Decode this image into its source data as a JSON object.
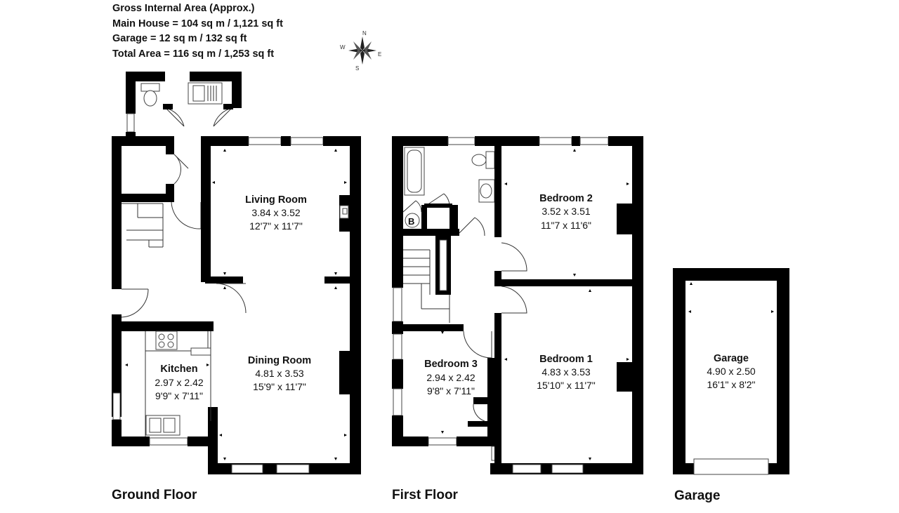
{
  "header": {
    "line1": "Gross Internal Area (Approx.)",
    "line2": "Main House = 104 sq m / 1,121 sq ft",
    "line3": "Garage = 12 sq m / 132 sq ft",
    "line4": "Total Area = 116 sq m / 1,253 sq ft"
  },
  "compass": {
    "n": "N",
    "e": "E",
    "s": "S",
    "w": "W"
  },
  "floors": {
    "ground": "Ground Floor",
    "first": "First Floor",
    "garage": "Garage"
  },
  "rooms": {
    "living": {
      "name": "Living Room",
      "metric": "3.84 x 3.52",
      "imperial": "12'7\" x 11'7\""
    },
    "dining": {
      "name": "Dining Room",
      "metric": "4.81 x 3.53",
      "imperial": "15'9\" x 11'7\""
    },
    "kitchen": {
      "name": "Kitchen",
      "metric": "2.97 x 2.42",
      "imperial": "9'9\" x 7'11\""
    },
    "bed2": {
      "name": "Bedroom  2",
      "metric": "3.52 x 3.51",
      "imperial": "11\"7 x 11'6\""
    },
    "bed1": {
      "name": "Bedroom 1",
      "metric": "4.83 x 3.53",
      "imperial": "15'10\" x 11'7\""
    },
    "bed3": {
      "name": "Bedroom 3",
      "metric": "2.94 x 2.42",
      "imperial": "9'8\" x 7'11\""
    },
    "garage": {
      "name": "Garage",
      "metric": "4.90 x 2.50",
      "imperial": "16'1\" x 8'2\""
    }
  },
  "boiler_label": "B"
}
